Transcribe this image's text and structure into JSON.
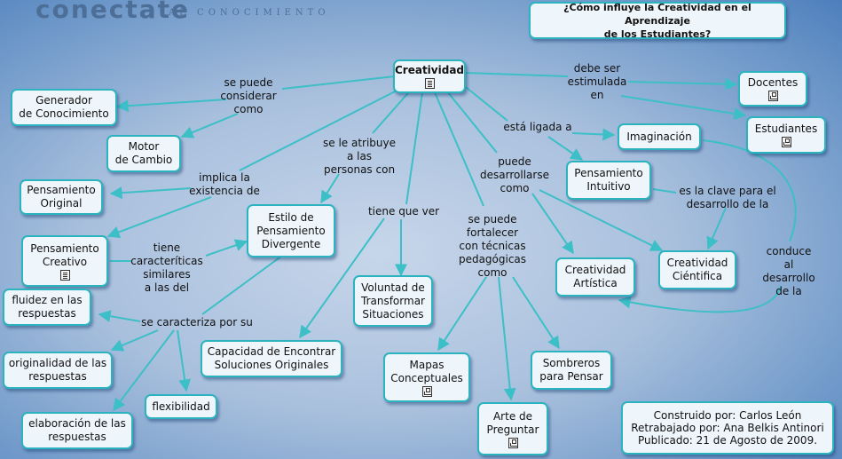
{
  "logo": {
    "word": "conectate",
    "sub": "AL CONOCIMIENTO"
  },
  "colors": {
    "node_border": "#2bb3c0",
    "edge": "#3cbfc6",
    "node_fill": "#eef5fb"
  },
  "nodes": {
    "question": "¿Cómo influye la Creatividad en el Aprendizaje\nde los Estudiantes?",
    "creatividad": "Creatividad",
    "generador": "Generador\nde Conocimiento",
    "motor": "Motor\nde Cambio",
    "pens_original": "Pensamiento\nOriginal",
    "pens_creativo": "Pensamiento\nCreativo",
    "estilo": "Estilo de\nPensamiento\nDivergente",
    "fluidez": "fluidez en las\nrespuestas",
    "originalidad": "originalidad de las\nrespuestas",
    "elaboracion": "elaboración de las\nrespuestas",
    "flexibilidad": "flexibilidad",
    "capacidad": "Capacidad de Encontrar\nSoluciones Originales",
    "voluntad": "Voluntad de\nTransformar\nSituaciones",
    "mapas": "Mapas\nConceptuales",
    "arte": "Arte de\nPreguntar",
    "sombreros": "Sombreros\npara Pensar",
    "imaginacion": "Imaginación",
    "intuitivo": "Pensamiento\nIntuitivo",
    "artistica": "Creatividad\nArtística",
    "cientifica": "Creatividad\nCiéntifica",
    "docentes": "Docentes",
    "estudiantes": "Estudiantes",
    "credits": "Construido por: Carlos León\nRetrabajado por:  Ana Belkis Antinori\nPublicado: 21 de Agosto de 2009."
  },
  "links": {
    "considerar": "se puede\nconsiderar\ncomo",
    "implica": "implica la\nexistencia de",
    "atribuye": "se le atribuye\na las\npersonas con",
    "tiene_que_ver": "tiene que ver",
    "tiene_caract": "tiene\ncaracteríticas\nsimilares\na las del",
    "caracteriza": "se caracteriza por su",
    "fortalecer": "se puede\nfortalecer\ncon técnicas\npedagógicas\ncomo",
    "desarrollarse": "puede\ndesarrollarse\ncomo",
    "ligada": "está ligada a",
    "estimulada": "debe ser\nestimulada\nen",
    "clave": "es la clave para el\ndesarrollo de  la",
    "conduce": "conduce al\ndesarrollo\nde la"
  }
}
